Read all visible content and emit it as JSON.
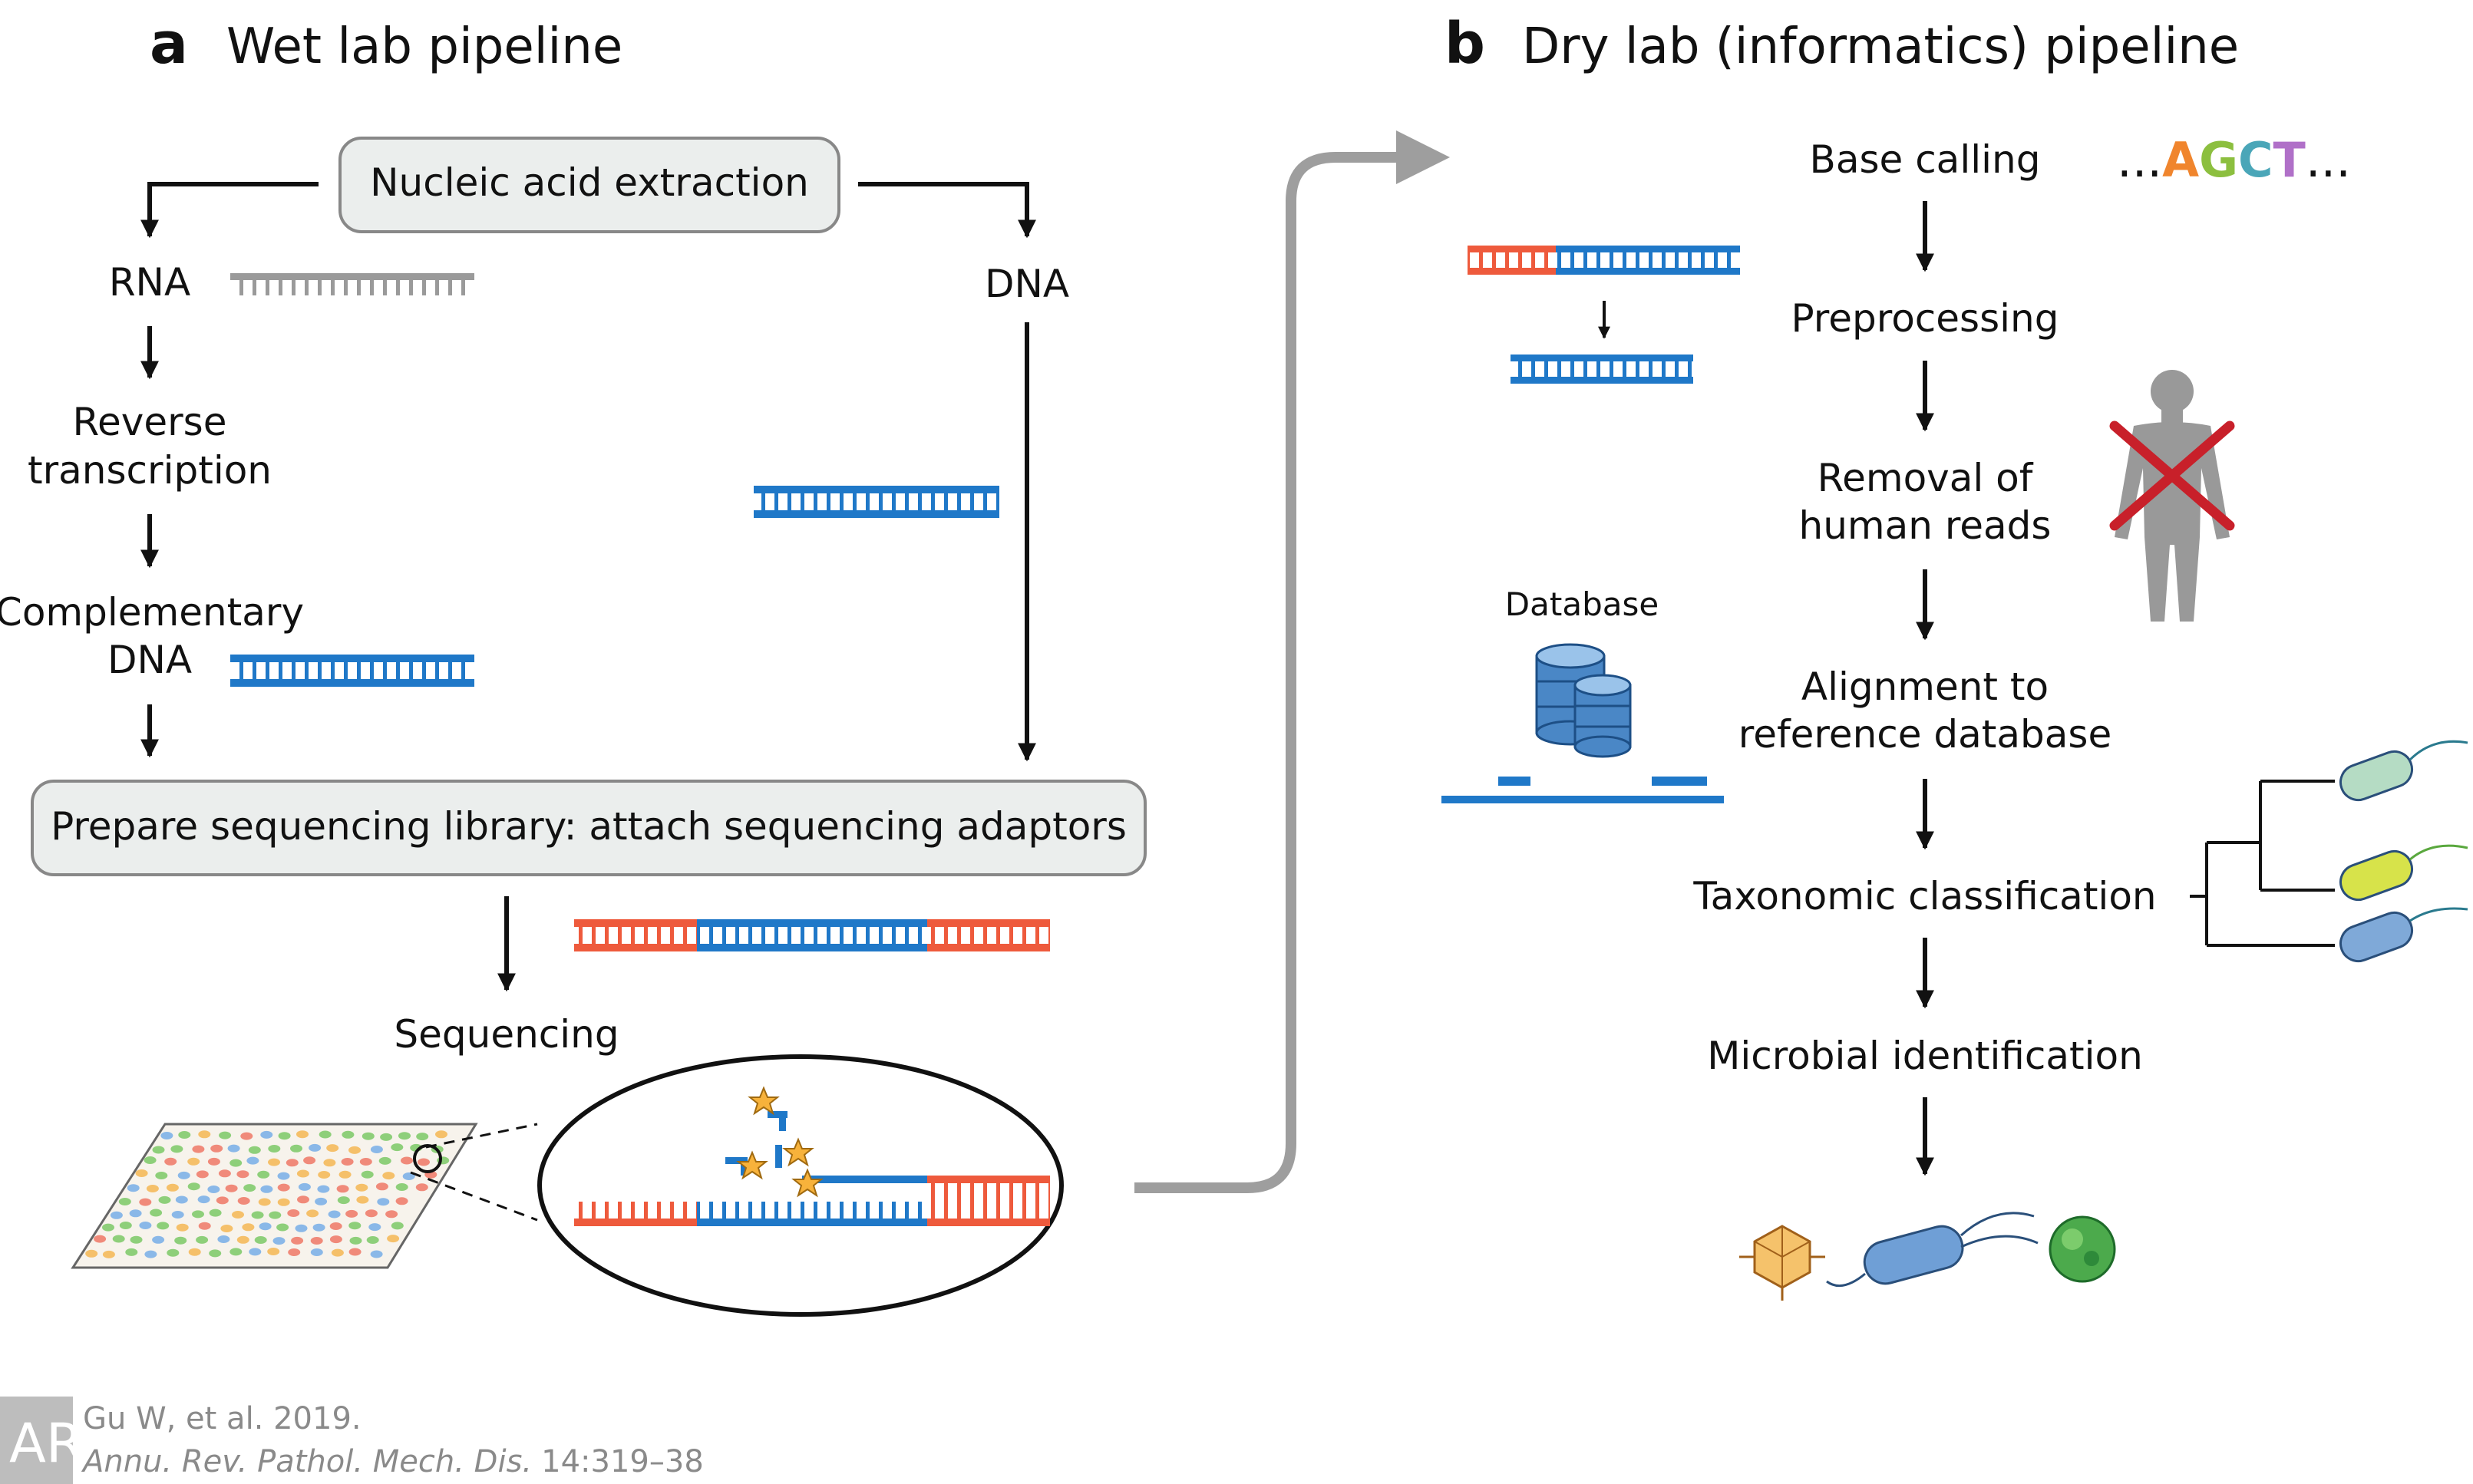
{
  "panel_a": {
    "letter": "a",
    "title": "Wet lab pipeline",
    "labels": {
      "extraction": "Nucleic acid extraction",
      "rna": "RNA",
      "dna": "DNA",
      "reverse_transcription_line1": "Reverse",
      "reverse_transcription_line2": "transcription",
      "cdna_line1": "Complementary",
      "cdna_line2": "DNA",
      "library": "Prepare sequencing library: attach sequencing adaptors",
      "sequencing": "Sequencing"
    }
  },
  "panel_b": {
    "letter": "b",
    "title": "Dry lab (informatics) pipeline",
    "steps": {
      "base_calling": "Base calling",
      "preprocessing": "Preprocessing",
      "removal_line1": "Removal of",
      "removal_line2": "human reads",
      "alignment_line1": "Alignment to",
      "alignment_line2": "reference database",
      "taxonomic": "Taxonomic classification",
      "microbial": "Microbial identification"
    },
    "database_label": "Database",
    "sequence": {
      "prefix": "...",
      "bases": [
        "A",
        "G",
        "C",
        "T"
      ],
      "suffix": "...",
      "base_colors": [
        "#f0852d",
        "#8cbf3f",
        "#4aa6b8",
        "#b070c8"
      ]
    }
  },
  "citation": {
    "line1": "Gu W, et al. 2019.",
    "line2_journal": "Annu. Rev. Pathol. Mech. Dis.",
    "line2_pages": "14:319–38",
    "logo_letters": "AR"
  },
  "colors": {
    "dna_blue": "#1f78c8",
    "adaptor_red": "#ee5a3c",
    "rna_gray": "#9a9a9a",
    "box_fill": "#ebeeed",
    "box_stroke": "#888888",
    "flow_arrow_gray": "#9e9e9e",
    "cross_red": "#c8202a",
    "human_gray": "#999999"
  }
}
